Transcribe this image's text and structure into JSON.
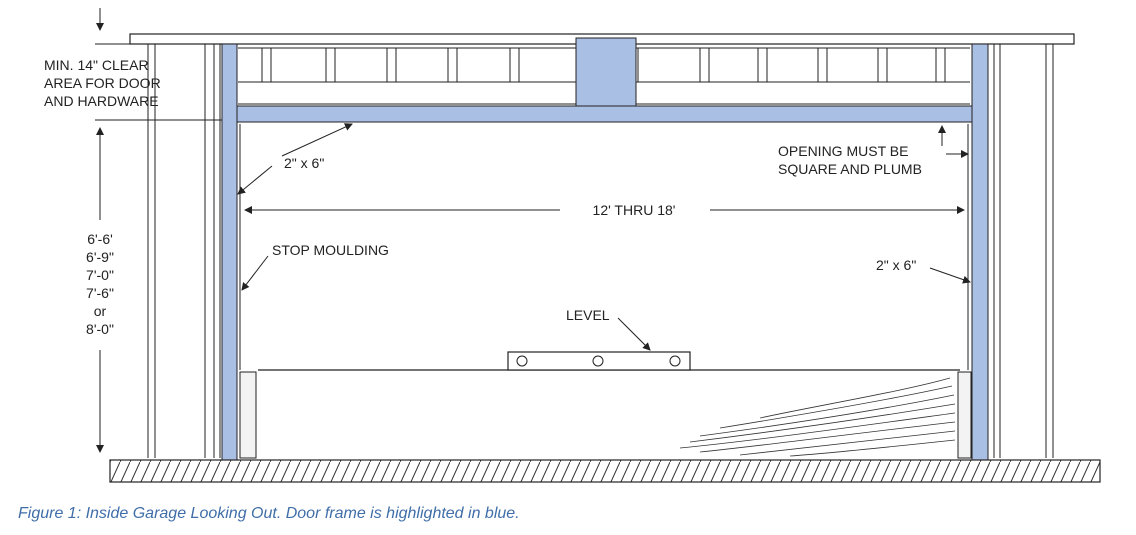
{
  "labels": {
    "clearance_line1": "MIN. 14\" CLEAR",
    "clearance_line2": "AREA FOR DOOR",
    "clearance_line3": "AND HARDWARE",
    "header_size": "2\" x 6\"",
    "opening_line1": "OPENING MUST BE",
    "opening_line2": "SQUARE AND PLUMB",
    "width": "12' THRU 18'",
    "stop_moulding": "STOP MOULDING",
    "jamb_size": "2\" x 6\"",
    "level": "LEVEL",
    "heights": [
      "6'-6'",
      "6'-9\"",
      "7'-0\"",
      "7'-6\"",
      "or",
      "8'-0\""
    ]
  },
  "caption": "Figure 1: Inside Garage Looking Out. Door frame is highlighted in blue.",
  "colors": {
    "frame_highlight": "#a9bfe3",
    "line": "#222222",
    "caption": "#3f6ea8"
  }
}
